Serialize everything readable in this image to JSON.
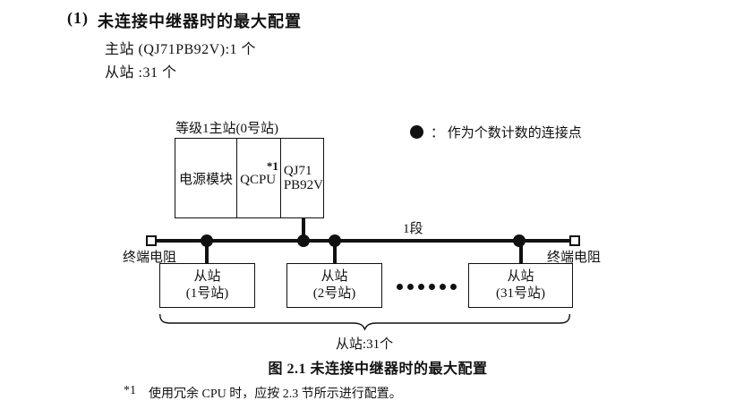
{
  "colors": {
    "ink": "#111111",
    "background": "#ffffff"
  },
  "header": {
    "index": "(1)",
    "title": "未连接中继器时的最大配置",
    "master_count_line": "主站 (QJ71PB92V):1 个",
    "slave_count_line": "从站 :31 个"
  },
  "legend": {
    "symbol": "connection-point-dot",
    "text": "：  作为个数计数的连接点"
  },
  "diagram": {
    "master": {
      "label": "等级1主站(0号站)",
      "cells": [
        {
          "label": "电源模块"
        },
        {
          "label": "QCPU",
          "note": "*1"
        },
        {
          "line1": "QJ71",
          "line2": "PB92V"
        }
      ]
    },
    "segment_label": "1段",
    "terminator_left_label": "终端电阻",
    "terminator_right_label": "终端电阻",
    "slaves": [
      {
        "line1": "从站",
        "line2": "(1号站)"
      },
      {
        "line1": "从站",
        "line2": "(2号站)"
      },
      {
        "line1": "从站",
        "line2": "(31号站)"
      }
    ],
    "ellipsis_dot_count": 6,
    "brace_label": "从站:31个"
  },
  "caption": "图 2.1 未连接中继器时的最大配置",
  "footnote": {
    "marker": "*1",
    "text": "使用冗余 CPU 时，应按 2.3 节所示进行配置。"
  }
}
